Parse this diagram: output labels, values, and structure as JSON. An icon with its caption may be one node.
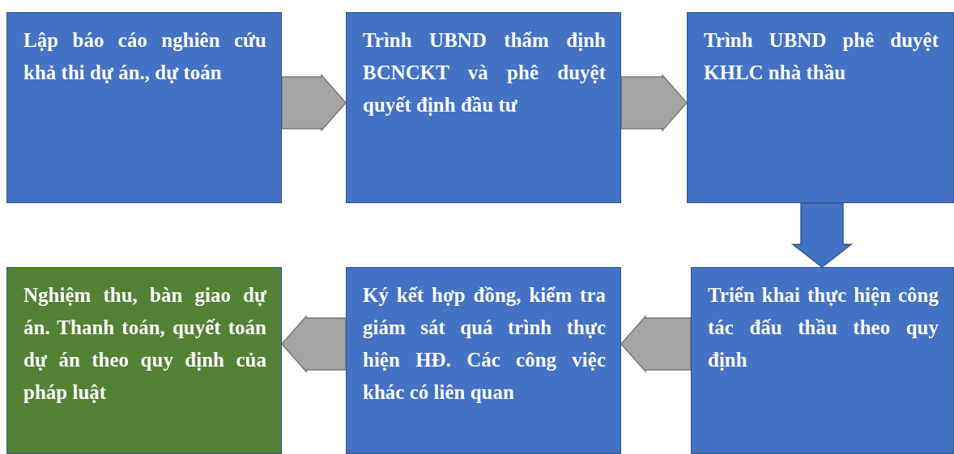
{
  "diagram": {
    "nodes": [
      {
        "text": [
          "Lập báo cáo nghiên cứu khả thi dự án., dự toán"
        ]
      },
      {
        "text": [
          "Trình UBND thẩm định BCNCKT và phê duyệt quyết định đầu tư"
        ]
      },
      {
        "text": [
          "Trình UBND phê duyệt KHLC nhà thầu"
        ]
      },
      {
        "text": [
          "Triển khai thực hiện công tác đấu thầu theo quy định"
        ]
      },
      {
        "text": [
          "Ký kết hợp đồng, kiểm tra giám sát quá trình thực hiện HĐ. Các công việc khác có liên quan"
        ]
      },
      {
        "text": [
          "Nghiệm thu, bàn giao dự án. Thanh toán, quyết toán dự án theo quy định của pháp luật"
        ]
      }
    ],
    "edges": [
      {
        "from": 0,
        "to": 1,
        "arrow": "to"
      },
      {
        "from": 1,
        "to": 2,
        "arrow": "to"
      },
      {
        "from": 2,
        "to": 3,
        "arrow": "to",
        "color": "#4472c4"
      },
      {
        "from": 3,
        "to": 4,
        "arrow": "to"
      },
      {
        "from": 4,
        "to": 5,
        "arrow": "to"
      }
    ]
  }
}
